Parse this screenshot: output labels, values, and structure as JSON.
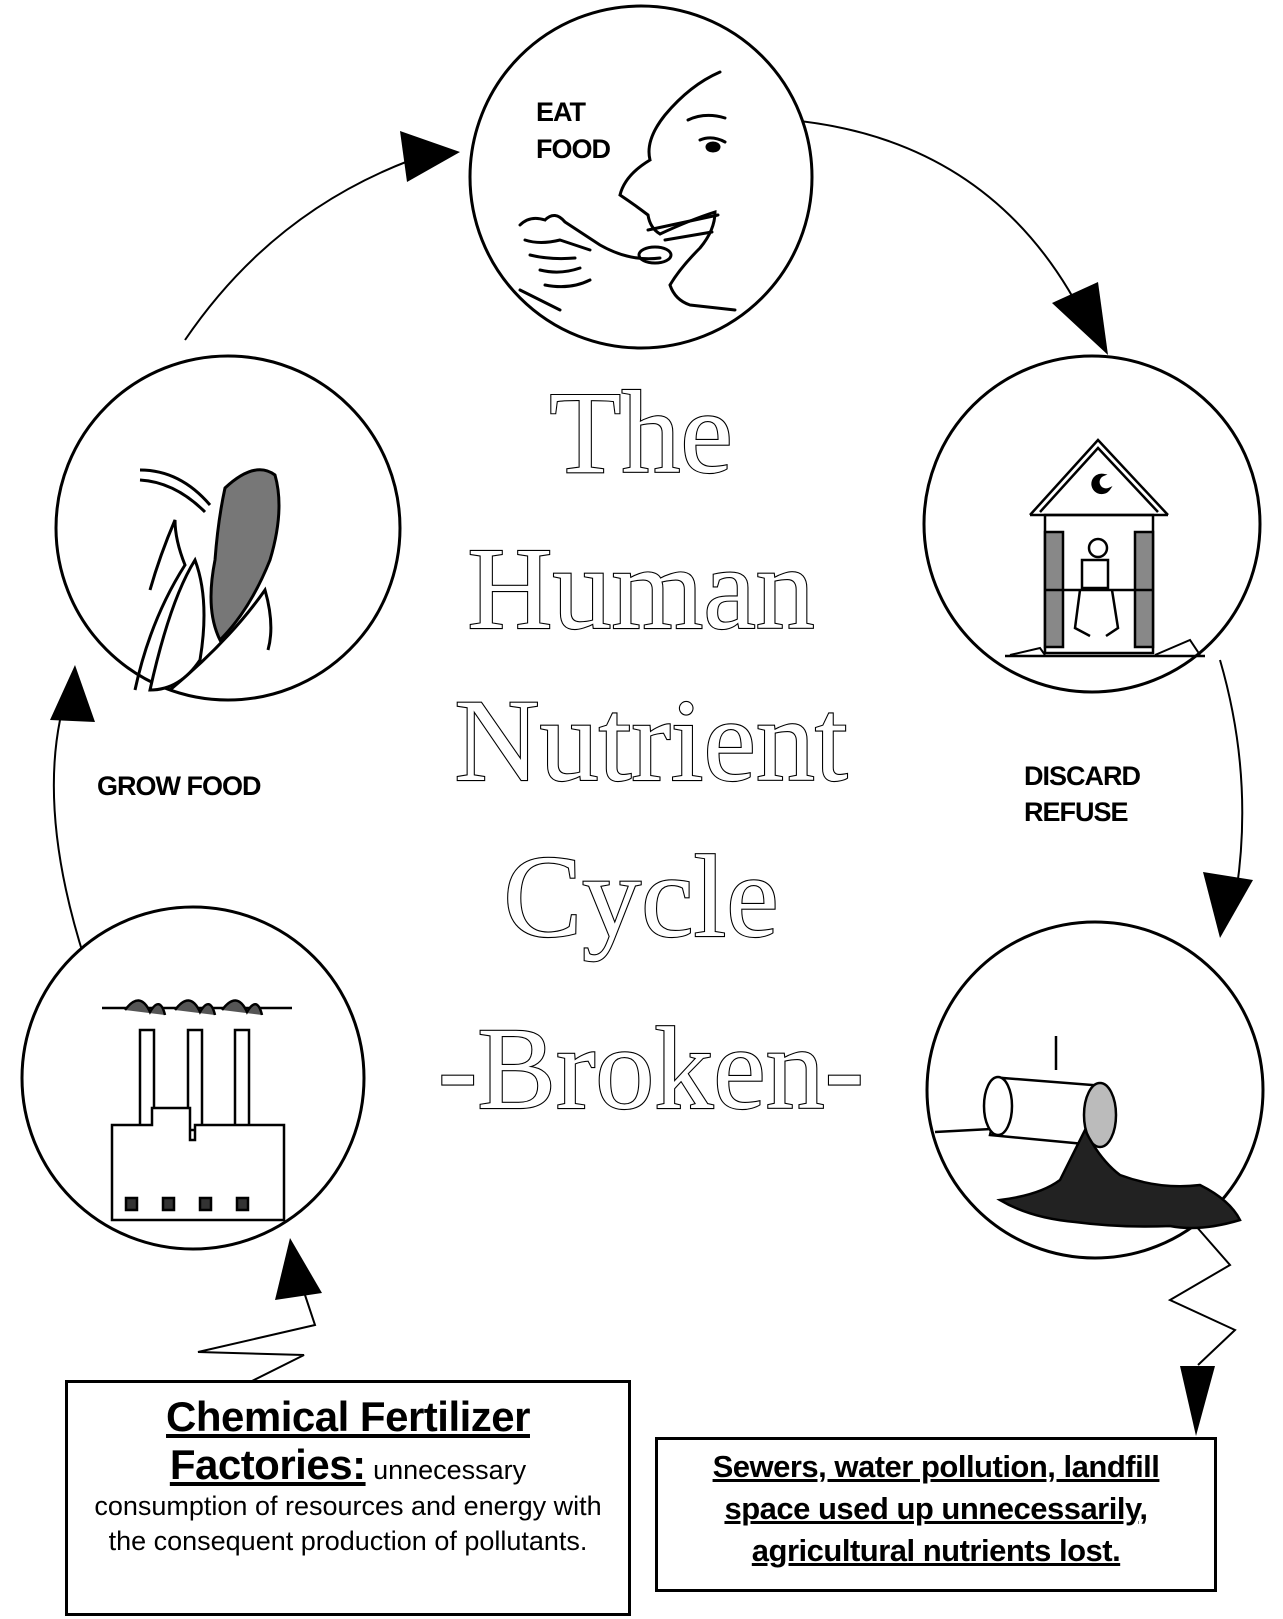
{
  "title": {
    "line1": "The",
    "line2": "Human",
    "line3": "Nutrient",
    "line4": "Cycle",
    "line5": "-Broken-"
  },
  "labels": {
    "eat_food_1": "EAT",
    "eat_food_2": "FOOD",
    "grow_food": "GROW FOOD",
    "discard_1": "DISCARD",
    "discard_2": "REFUSE"
  },
  "fertilizer_box": {
    "heading_1": "Chemical Fertilizer",
    "heading_2": "Factories:",
    "body_inline": " unnecessary",
    "body_rest": "consumption of resources and energy with the consequent production of pollutants."
  },
  "sewer_box": {
    "text": "Sewers, water pollution, landfill space used up unnecessarily, agricultural nutrients lost."
  },
  "icons": [
    "face-eating-icon",
    "outhouse-icon",
    "sewage-pipe-icon",
    "factory-icon",
    "corn-icon"
  ],
  "colors": {
    "line": "#000000",
    "background": "#ffffff"
  }
}
